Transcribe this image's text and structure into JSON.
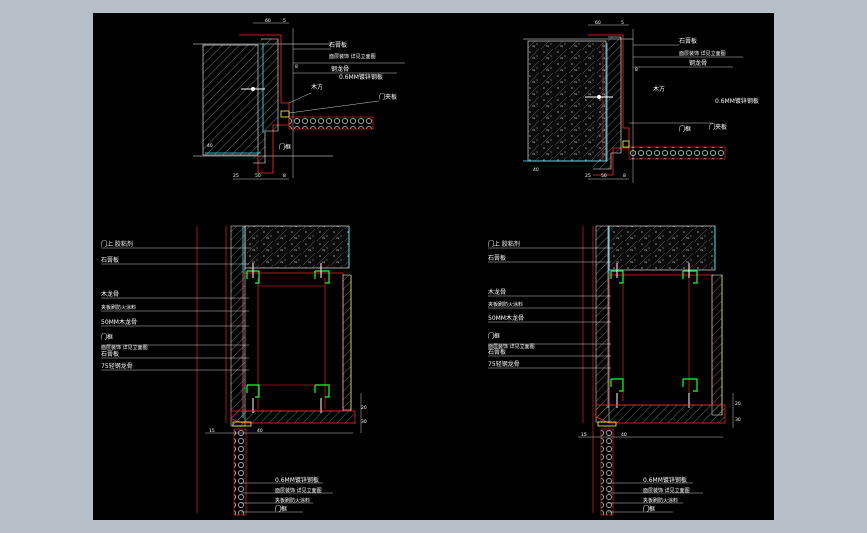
{
  "colors": {
    "viewport_bg": "#b6bec8",
    "paper": "#000000",
    "line_white": "#ffffff",
    "line_red": "#ff2a2a",
    "line_green": "#18ff3a",
    "line_yellow": "#ffff3c",
    "line_cyan": "#3cf0ff",
    "hatch_gray": "#8a8a8a"
  },
  "top_left": {
    "labels": [
      "石膏板",
      "面层装饰 详见立面图",
      "钢龙骨",
      "0.6MM镀锌钢板",
      "木方",
      "门框",
      "门夹板"
    ],
    "dims": [
      "60",
      "5",
      "8",
      "40",
      "25",
      "50",
      "8"
    ]
  },
  "top_right": {
    "labels": [
      "石膏板",
      "面层装饰 详见立面图",
      "钢龙骨",
      "0.6MM镀锌钢板",
      "木方",
      "门框",
      "门夹板"
    ],
    "dims": [
      "60",
      "5",
      "8",
      "40",
      "25",
      "50",
      "8"
    ]
  },
  "bottom_left": {
    "labels_top": [
      "门上 胶粘剂",
      "石膏板",
      "木龙骨",
      "夹板刷防火涂料",
      "50MM木龙骨",
      "门框",
      "面层装饰 详见立面图",
      "石膏板",
      "75轻钢龙骨"
    ],
    "labels_bottom": [
      "0.6MM镀锌钢板",
      "面层装饰 详见立面图",
      "夹板刷防火涂料",
      "门框"
    ],
    "dims": [
      "40",
      "15",
      "20",
      "30"
    ]
  },
  "bottom_right": {
    "labels_top": [
      "门上 胶粘剂",
      "石膏板",
      "木龙骨",
      "夹板刷防火涂料",
      "50MM木龙骨",
      "门框",
      "面层装饰 详见立面图",
      "石膏板",
      "75轻钢龙骨"
    ],
    "labels_bottom": [
      "0.6MM镀锌钢板",
      "面层装饰 详见立面图",
      "夹板刷防火涂料",
      "门框"
    ],
    "dims": [
      "40",
      "15",
      "20",
      "30"
    ]
  }
}
